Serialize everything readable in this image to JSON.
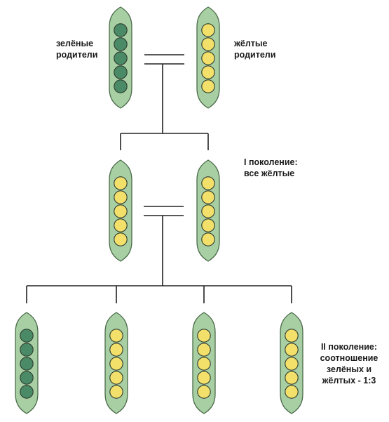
{
  "labels": {
    "green_parents": [
      "зелёные",
      "родители"
    ],
    "yellow_parents": [
      "жёлтые",
      "родители"
    ],
    "gen1": [
      "I поколение:",
      "все жёлтые"
    ],
    "gen2": [
      "II поколение:",
      "соотношение",
      "зелёных и",
      "жёлтых - 1:3"
    ]
  },
  "pods": [
    {
      "name": "pod-parent-green",
      "seed": "green"
    },
    {
      "name": "pod-parent-yellow",
      "seed": "yellow"
    },
    {
      "name": "pod-gen1-left",
      "seed": "yellow"
    },
    {
      "name": "pod-gen1-right",
      "seed": "yellow"
    },
    {
      "name": "pod-gen2-1",
      "seed": "green"
    },
    {
      "name": "pod-gen2-2",
      "seed": "yellow"
    },
    {
      "name": "pod-gen2-3",
      "seed": "yellow"
    },
    {
      "name": "pod-gen2-4",
      "seed": "yellow"
    }
  ],
  "colors": {
    "pod_fill": "#a8cfa4",
    "pod_stroke": "#4a6a48",
    "green_seed": "#4a8a66",
    "yellow_seed": "#f2e06a",
    "seed_stroke": "#2e3a2e",
    "line": "#222222"
  }
}
